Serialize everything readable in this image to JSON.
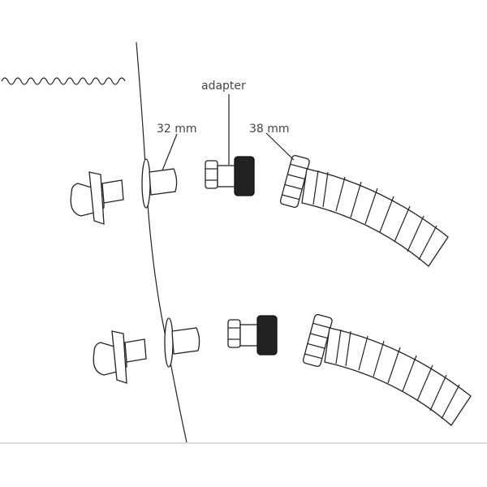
{
  "labels": {
    "adapter": "adapter",
    "inlet_size": "32 mm",
    "hose_size": "38 mm"
  },
  "colors": {
    "line": "#222222",
    "label": "#444444",
    "background": "#ffffff"
  }
}
